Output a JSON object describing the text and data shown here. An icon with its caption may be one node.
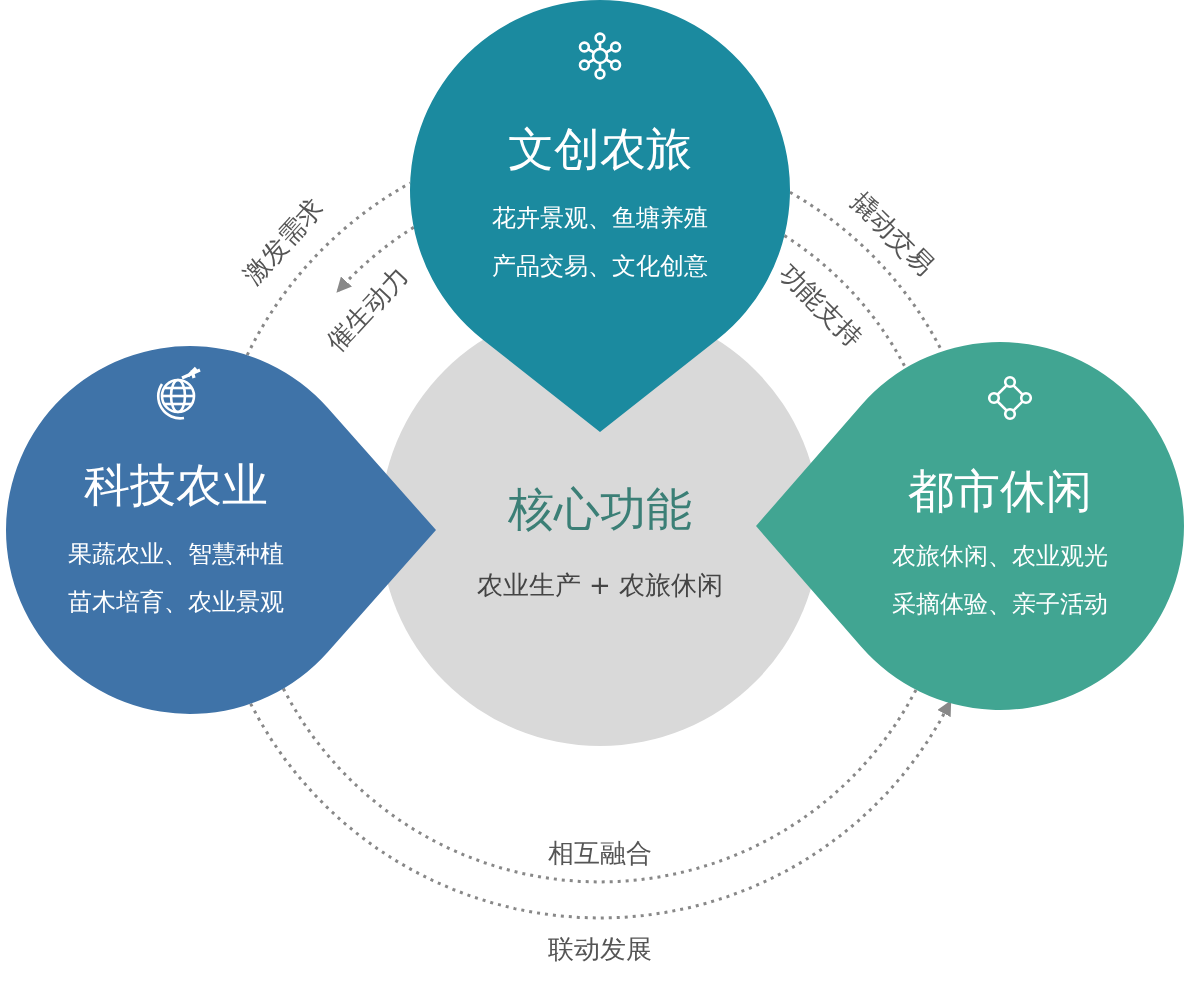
{
  "diagram": {
    "nodes": [
      {
        "text": [
          "文创农旅",
          "花卉景观、鱼塘养殖产品交易、文化创意"
        ]
      },
      {
        "text": [
          "科技农业",
          "果蔬农业、智慧种植苗木培育、农业景观"
        ]
      },
      {
        "text": [
          "核心功能",
          "农业生产 + 农旅休闲"
        ]
      },
      {
        "text": [
          "都市休闲",
          "农旅休闲、农业观光采摘体验、亲子活动"
        ]
      }
    ],
    "edges": [
      {
        "from": 1,
        "to": 0,
        "arrow": "none",
        "label": "激发需求"
      },
      {
        "from": 0,
        "to": null,
        "arrow": "to",
        "label": "催生动力"
      },
      {
        "from": 0,
        "to": 3,
        "arrow": "none",
        "label": "撬动交易"
      },
      {
        "from": 0,
        "to": 3,
        "arrow": "none",
        "label": "功能支持"
      },
      {
        "from": 1,
        "to": 3,
        "arrow": "none",
        "label": "相互融合"
      },
      {
        "from": 1,
        "to": 3,
        "arrow": "to",
        "label": "联动发展"
      }
    ]
  }
}
